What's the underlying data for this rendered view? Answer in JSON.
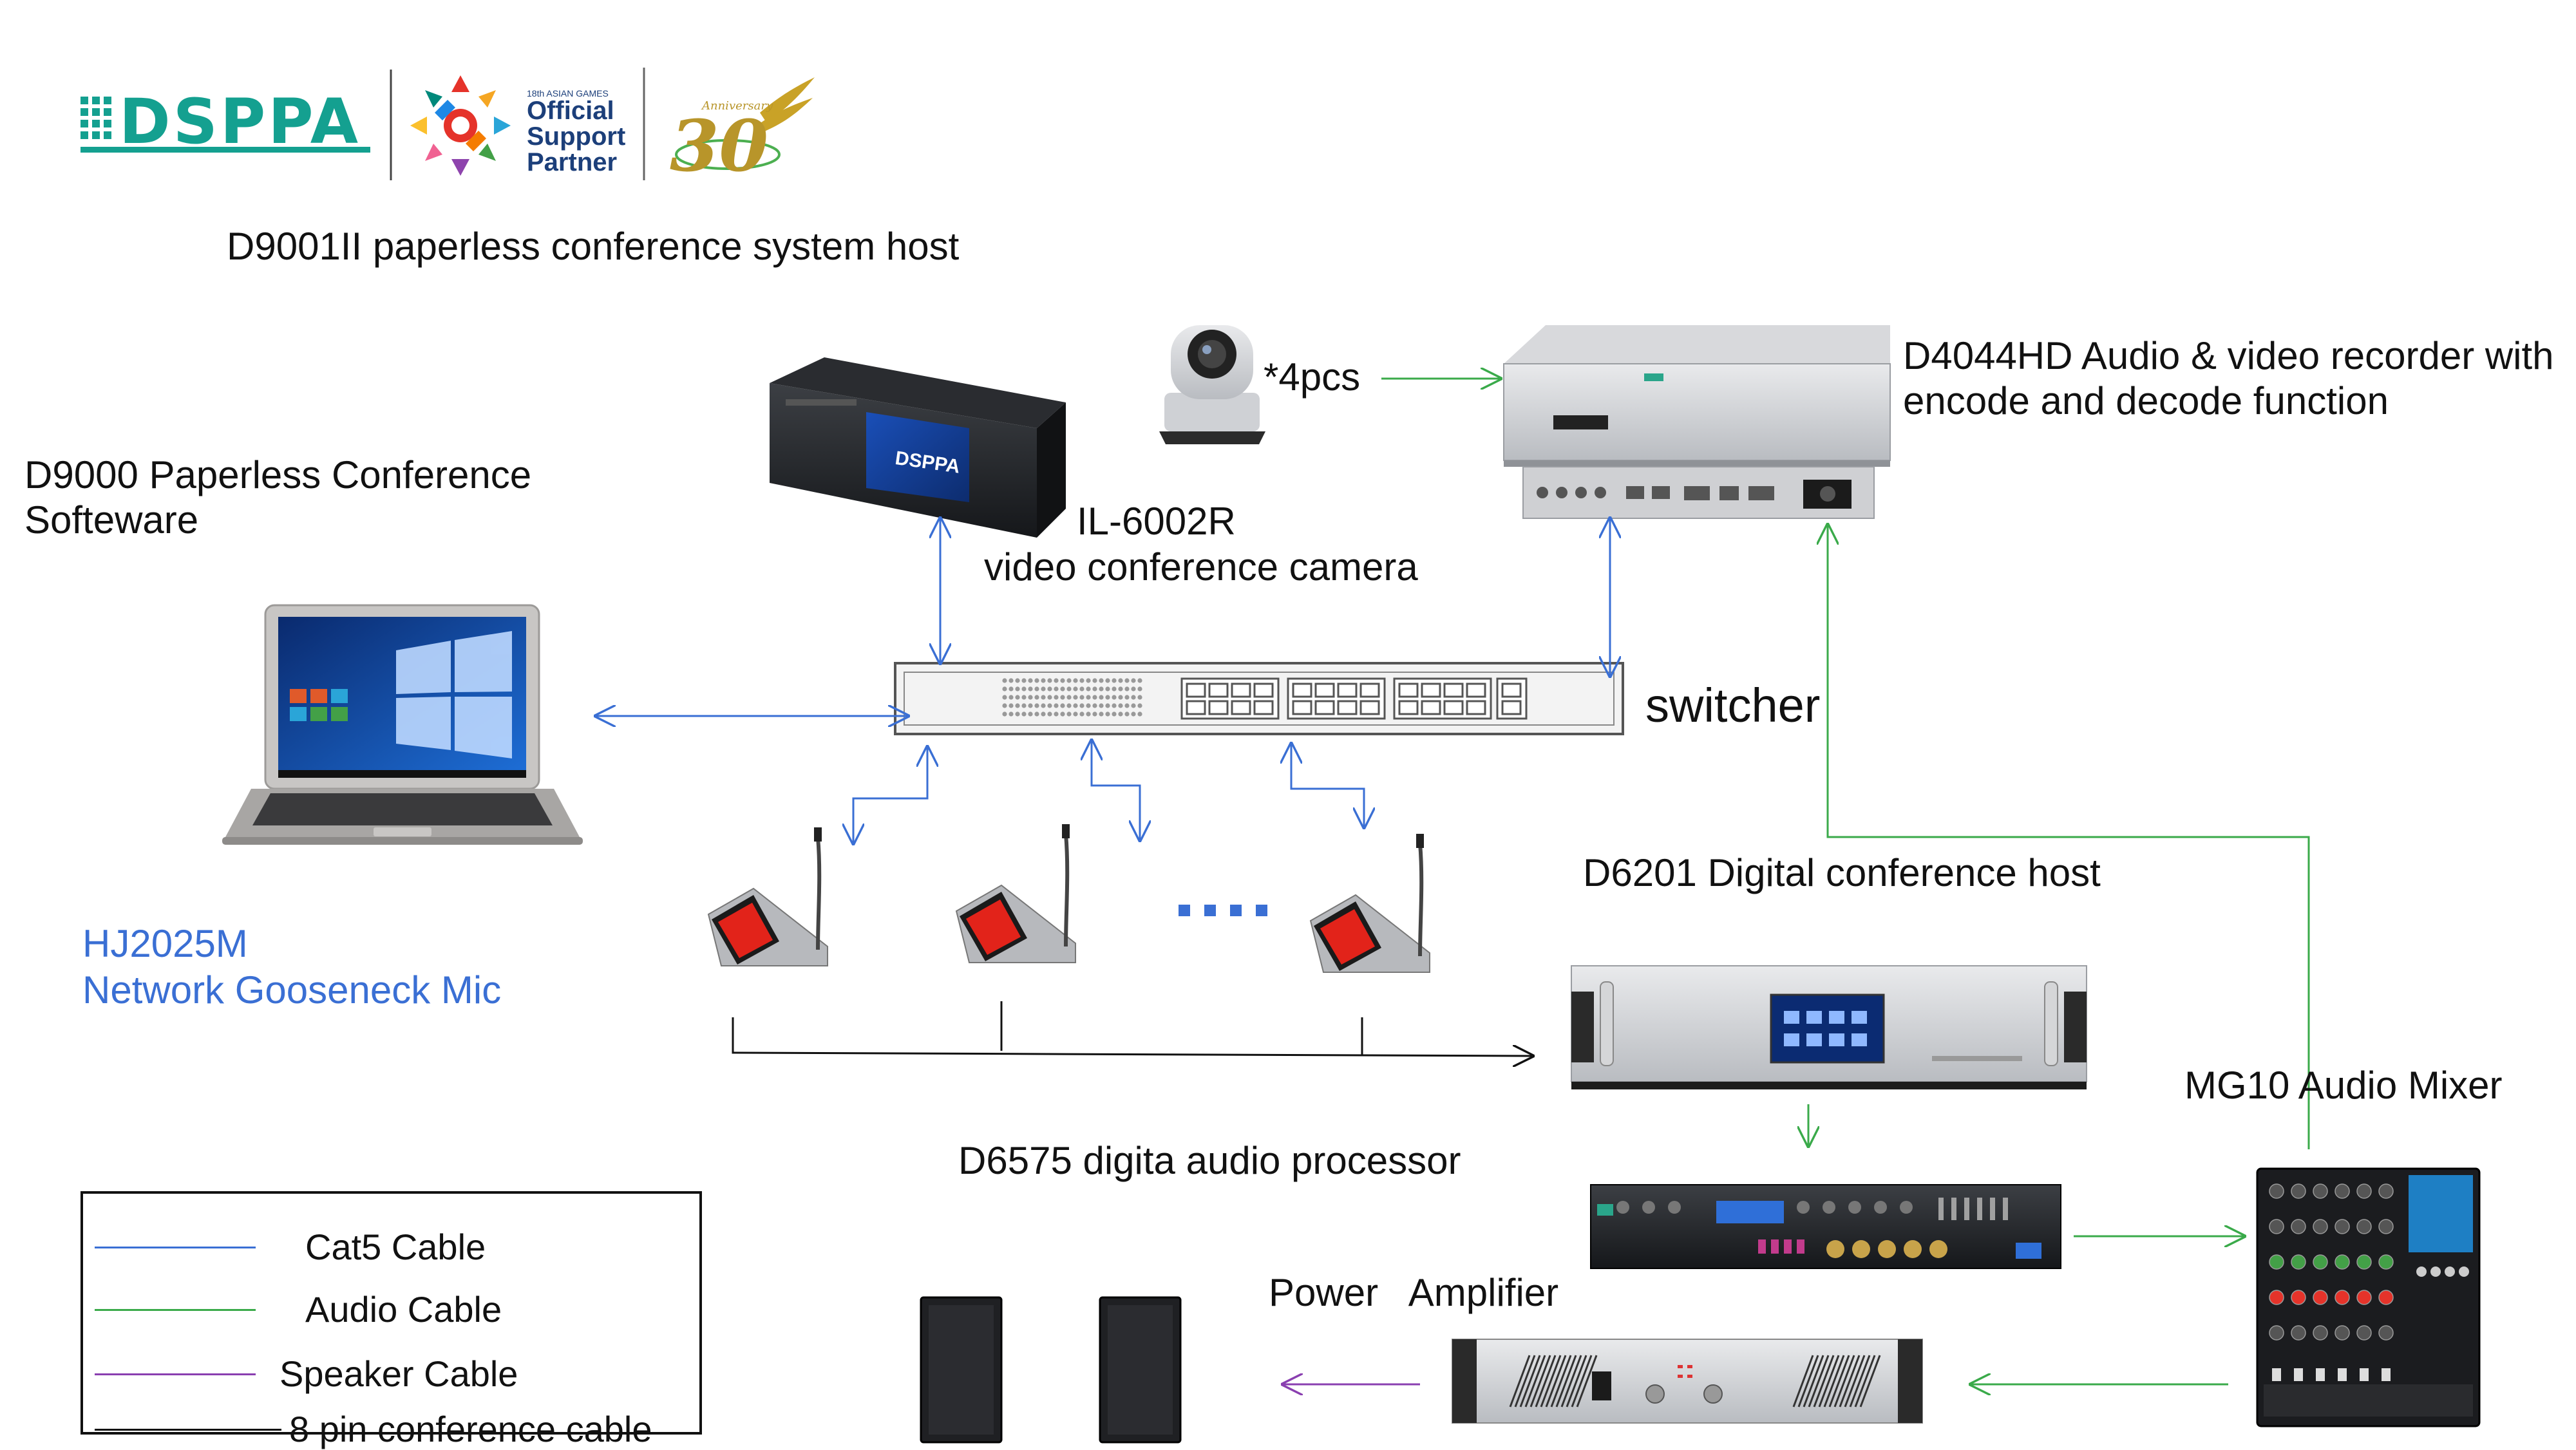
{
  "logo": {
    "brand": "DSPPA",
    "partner_small": "18th ASIAN GAMES",
    "partner_line1": "Official",
    "partner_line2": "Support",
    "partner_line3": "Partner",
    "anniversary_number": "30",
    "anniversary_word": "Anniversary"
  },
  "labels": {
    "host_title": "D9001II paperless conference system host",
    "software_line1": "D9000 Paperless Conference",
    "software_line2": "Softeware",
    "camera_qty": "*4pcs",
    "camera_model": "IL-6002R",
    "camera_desc": "video conference camera",
    "recorder_line1": "D4044HD  Audio & video recorder with",
    "recorder_line2": "encode and decode function",
    "switcher": "switcher",
    "mic_line1": "HJ2025M",
    "mic_line2": "Network Gooseneck Mic",
    "conference_host": "D6201 Digital conference host",
    "mixer": "MG10 Audio Mixer",
    "processor": "D6575 digita audio processor",
    "amplifier": "Power   Amplifier",
    "host_screen_brand": "DSPPA"
  },
  "legend": [
    {
      "label": "Cat5 Cable",
      "color": "#3a6fd4"
    },
    {
      "label": "Audio Cable",
      "color": "#3aaa4a"
    },
    {
      "label": "Speaker Cable",
      "color": "#8a3fb0"
    },
    {
      "label": "8 pin conference cable",
      "color": "#111111"
    }
  ],
  "colors": {
    "cat5": "#3a6fd4",
    "audio": "#3aaa4a",
    "speaker": "#8a3fb0",
    "conference": "#111111",
    "brand_teal": "#14a090"
  }
}
